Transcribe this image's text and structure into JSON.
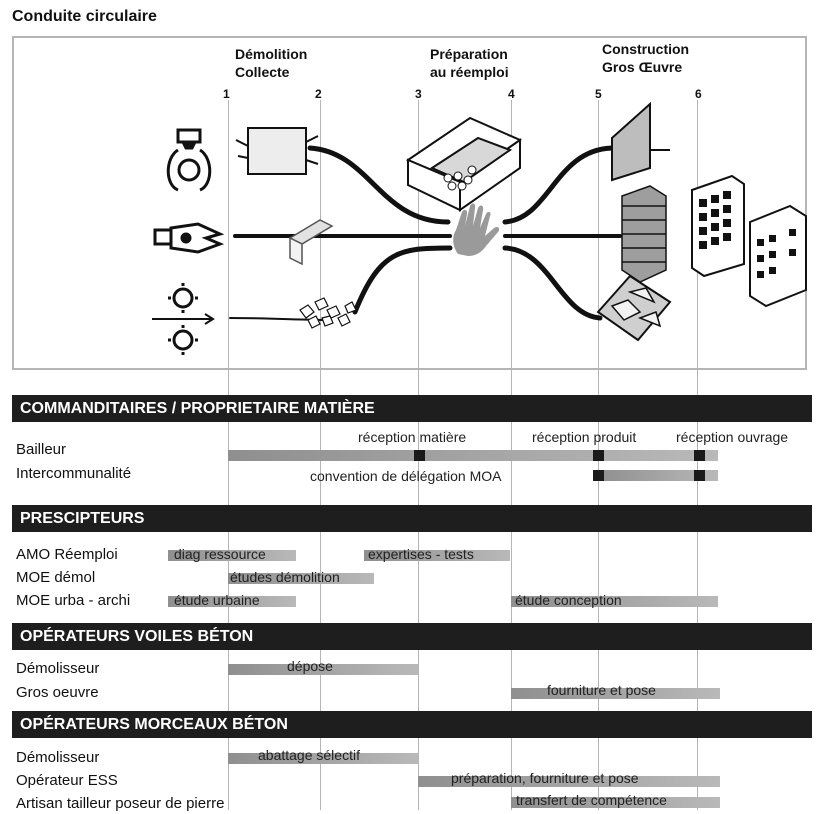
{
  "title": "Conduite circulaire",
  "phases": {
    "demolition": [
      "Démolition",
      "Collecte"
    ],
    "preparation": [
      "Préparation",
      "au réemploi"
    ],
    "construction": [
      "Construction",
      "Gros Œuvre"
    ]
  },
  "numbers": [
    "1",
    "2",
    "3",
    "4",
    "5",
    "6"
  ],
  "sections": {
    "commanditaires": {
      "title": "COMMANDITAIRES / PROPRIETAIRE MATIÈRE",
      "rows": [
        "Bailleur",
        "Intercommunalité"
      ],
      "tasks": {
        "reception_matiere": "réception matière",
        "reception_produit": "réception produit",
        "reception_ouvrage": "réception ouvrage",
        "convention": "convention de délégation MOA"
      }
    },
    "prescripteurs": {
      "title": "PRESCIPTEURS",
      "rows": [
        "AMO Réemploi",
        "MOE démol",
        "MOE urba - archi"
      ],
      "tasks": {
        "diag": "diag ressource",
        "expertises": "expertises - tests",
        "etudes_demol": "études démolition",
        "etude_urbaine": "étude urbaine",
        "etude_conception": "étude conception"
      }
    },
    "voiles": {
      "title": "OPÉRATEURS VOILES BÉTON",
      "rows": [
        "Démolisseur",
        "Gros oeuvre"
      ],
      "tasks": {
        "depose": "dépose",
        "fourniture": "fourniture et pose"
      }
    },
    "morceaux": {
      "title": "OPÉRATEURS MORCEAUX BÉTON",
      "rows": [
        "Démolisseur",
        "Opérateur ESS",
        "Artisan tailleur poseur de pierre"
      ],
      "tasks": {
        "abattage": "abattage sélectif",
        "preparation": "préparation, fourniture et pose",
        "transfert": "transfert de compétence"
      }
    }
  },
  "icons": [
    "grab-icon",
    "crusher-jaw-icon",
    "crushing-rollers-icon",
    "wall-panels-icon",
    "rubble-icon",
    "hand-icon",
    "pallet-racks-icon",
    "stacked-panels-icon",
    "paving-stones-icon",
    "buildings-icon"
  ],
  "colors": {
    "section_bg": "#1e1e1e",
    "bar": "#a9a9a9",
    "marker": "#1a1a1a",
    "grid": "#b5b5b5"
  }
}
